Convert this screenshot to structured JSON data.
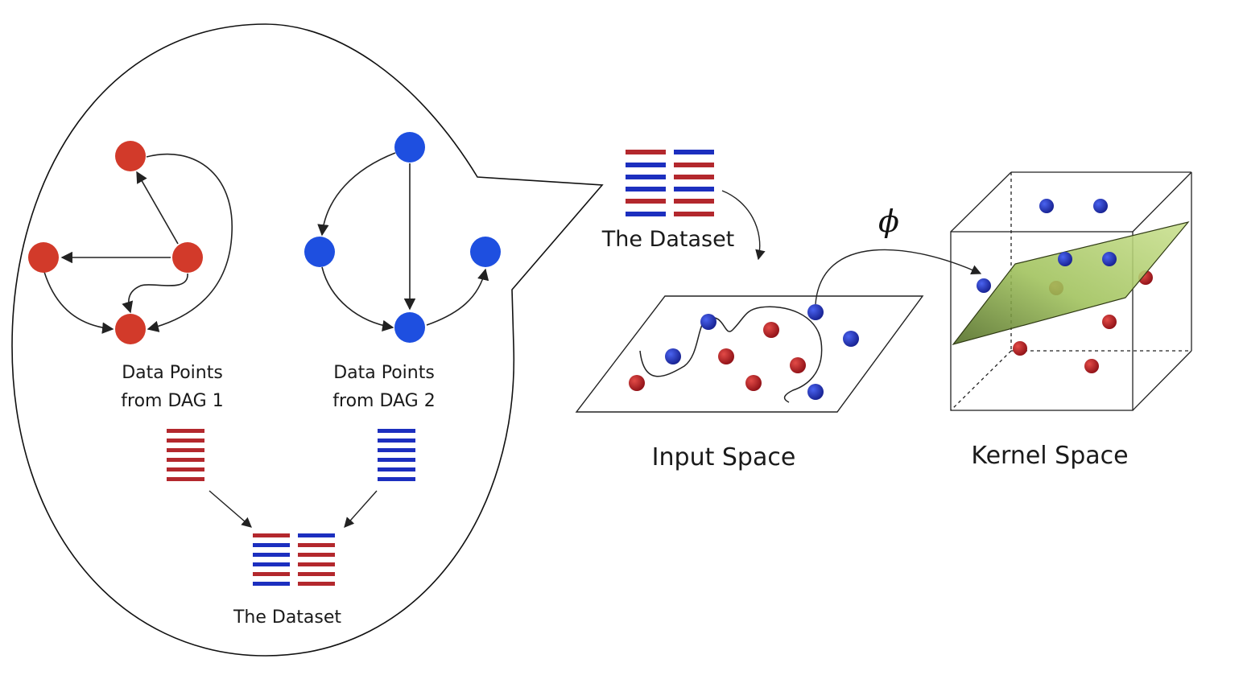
{
  "colors": {
    "red": "#d23a2a",
    "blue": "#1e4fe0",
    "stripe_red": "#b3282d",
    "stripe_blue": "#1c2fbf",
    "ball_red": "#a0151a",
    "ball_blue": "#1a2aa8",
    "plane_green": "#9fc15a"
  },
  "bubble": {
    "dag1_label_line1": "Data Points",
    "dag1_label_line2": "from DAG 1",
    "dag2_label_line1": "Data Points",
    "dag2_label_line2": "from DAG 2",
    "dataset_label": "The Dataset"
  },
  "right": {
    "dataset_label": "The Dataset",
    "mapping_symbol": "ϕ",
    "input_space_label": "Input Space",
    "kernel_space_label": "Kernel Space"
  }
}
